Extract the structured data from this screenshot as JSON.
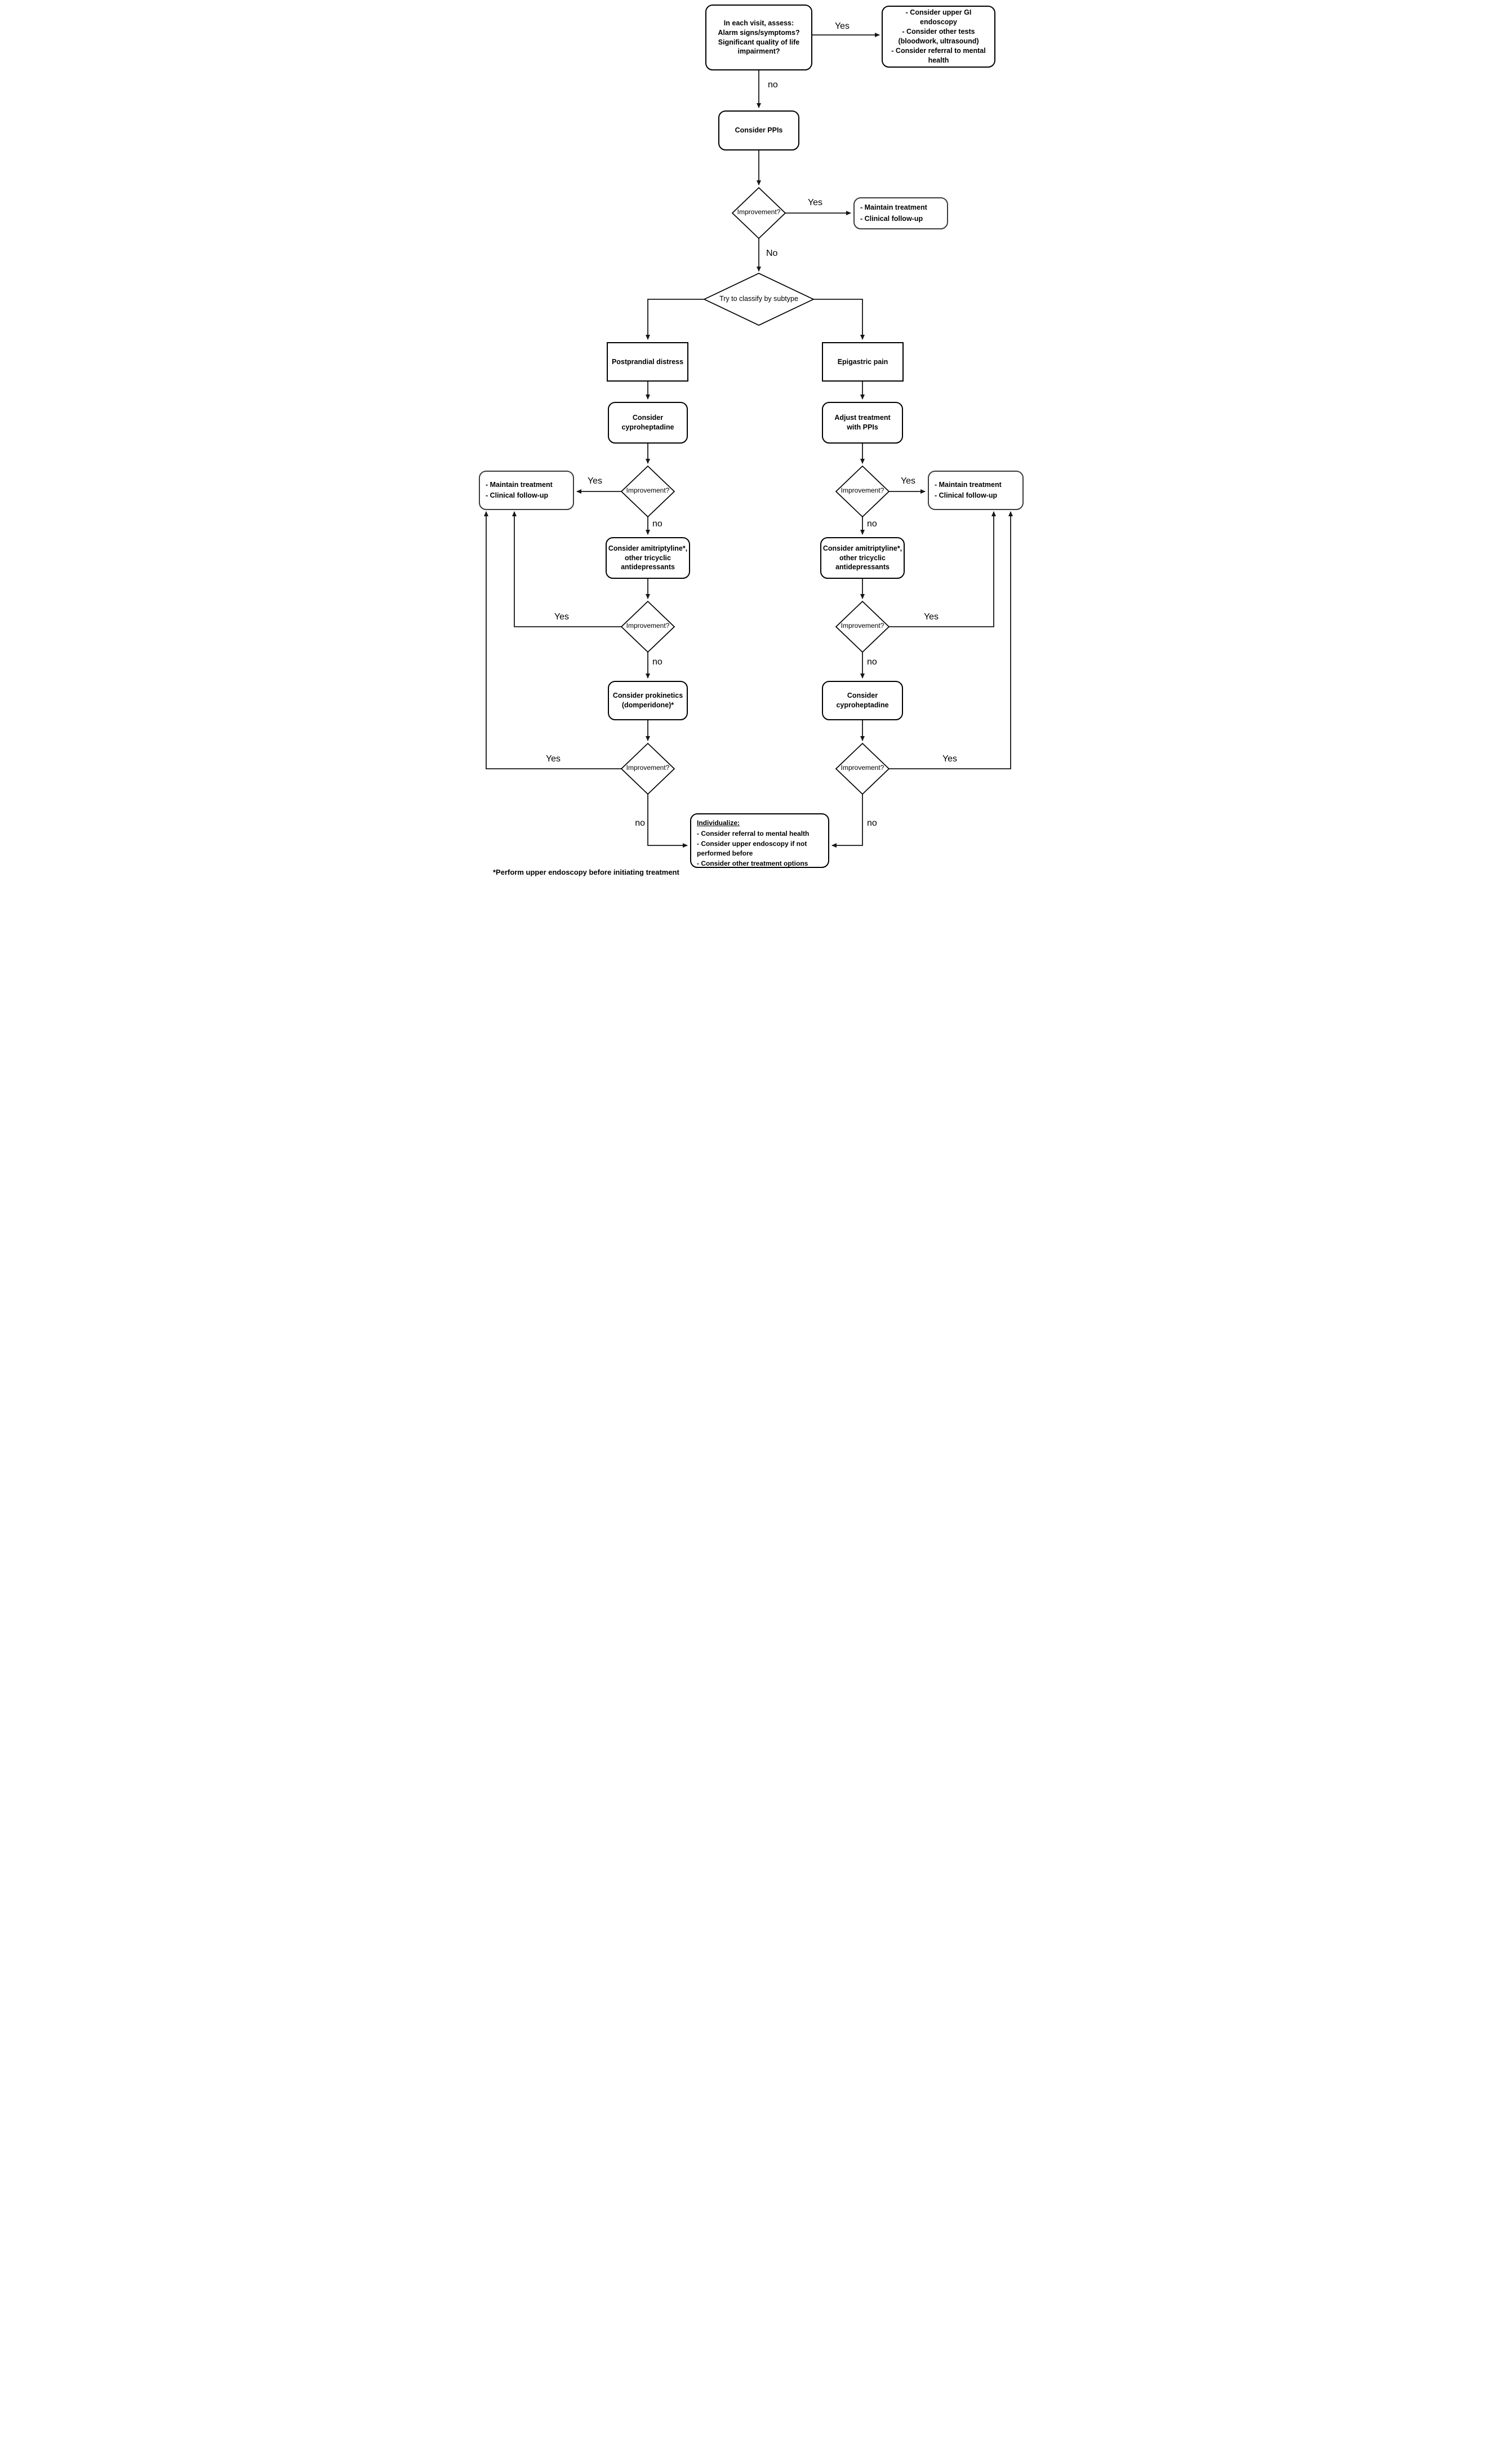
{
  "title": "Functional dyspepsia management flowchart",
  "colors": {
    "line": "#161616",
    "box_border": "#000000",
    "background": "#ffffff"
  },
  "nodes": {
    "assess": {
      "text": "In each visit, assess:\nAlarm signs/symptoms?\nSignificant quality of life\nimpairment?"
    },
    "workup": {
      "lines": [
        "- Consider upper GI endoscopy",
        "- Consider other tests (bloodwork, ultrasound)",
        "- Consider referral to mental health"
      ]
    },
    "consider_ppis": {
      "text": "Consider PPIs"
    },
    "improvement_1": {
      "text": "Improvement?"
    },
    "maintain_1": {
      "lines": [
        "- Maintain treatment",
        "- Clinical follow-up"
      ]
    },
    "classify": {
      "text": "Try to classify by subtype"
    },
    "postprandial": {
      "text": "Postprandial distress"
    },
    "epigastric": {
      "text": "Epigastric pain"
    },
    "cyproheptadine_left": {
      "text": "Consider\ncyproheptadine"
    },
    "adjust_ppis": {
      "text": "Adjust treatment\nwith PPIs"
    },
    "improvement_left_1": {
      "text": "Improvement?"
    },
    "improvement_right_1": {
      "text": "Improvement?"
    },
    "maintain_left": {
      "lines": [
        "- Maintain treatment",
        "- Clinical follow-up"
      ]
    },
    "maintain_right": {
      "lines": [
        "- Maintain treatment",
        "- Clinical follow-up"
      ]
    },
    "amitriptyline_left": {
      "text": "Consider amitriptyline*,\nother tricyclic\nantidepressants"
    },
    "amitriptyline_right": {
      "text": "Consider amitriptyline*,\nother tricyclic\nantidepressants"
    },
    "improvement_left_2": {
      "text": "Improvement?"
    },
    "improvement_right_2": {
      "text": "Improvement?"
    },
    "prokinetics": {
      "text": "Consider prokinetics\n(domperidone)*"
    },
    "cyproheptadine_right": {
      "text": "Consider\ncyproheptadine"
    },
    "improvement_left_3": {
      "text": "Improvement?"
    },
    "improvement_right_3": {
      "text": "Improvement?"
    },
    "individualize": {
      "heading": "Individualize:",
      "lines": [
        "- Consider referral to mental health",
        "- Consider upper endoscopy if not performed before",
        "- Consider other treatment options"
      ]
    }
  },
  "edge_labels": {
    "assess_yes": "Yes",
    "assess_no": "no",
    "imp1_yes": "Yes",
    "imp1_no": "No",
    "left1_yes": "Yes",
    "left1_no": "no",
    "right1_yes": "Yes",
    "right1_no": "no",
    "left2_yes": "Yes",
    "left2_no": "no",
    "right2_yes": "Yes",
    "right2_no": "no",
    "left3_yes": "Yes",
    "left3_no": "no",
    "right3_yes": "Yes",
    "right3_no": "no"
  },
  "footnote": "*Perform upper endoscopy before initiating treatment"
}
